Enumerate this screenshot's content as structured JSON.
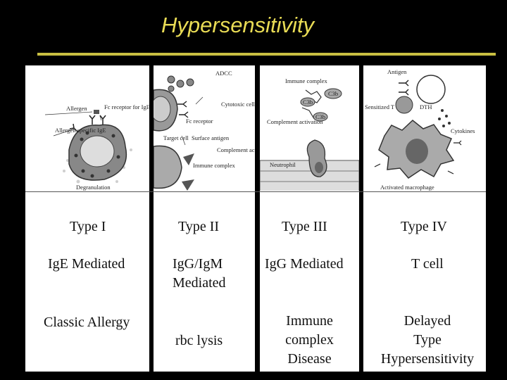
{
  "slide": {
    "title": "Hypersensitivity"
  },
  "types": [
    {
      "name": "Type I",
      "mediator": "IgE Mediated",
      "example": "Classic Allergy",
      "illustration_labels": [
        "Allergen",
        "Fc receptor for IgE",
        "Allergen specific IgE",
        "Degranulation"
      ]
    },
    {
      "name": "Type II",
      "mediator_lines": [
        "IgG/IgM",
        "Mediated"
      ],
      "example": "rbc lysis",
      "illustration_labels": [
        "ADCC",
        "Cytotoxic cell",
        "Fc receptor",
        "Surface antigen",
        "Target cell",
        "Complement activation",
        "Immune complex"
      ]
    },
    {
      "name": "Type III",
      "mediator": "IgG Mediated",
      "example_lines": [
        "Immune",
        "complex",
        "Disease"
      ],
      "illustration_labels": [
        "Immune complex",
        "C3b",
        "C3b",
        "C3b",
        "Complement activation",
        "Neutrophil"
      ]
    },
    {
      "name": "Type IV",
      "mediator": "T cell",
      "example_lines": [
        "Delayed",
        "Type",
        "Hypersensitivity"
      ],
      "illustration_labels": [
        "Antigen",
        "Sensitized T",
        "DTH",
        "Cytokines",
        "Activated macrophage"
      ]
    }
  ]
}
